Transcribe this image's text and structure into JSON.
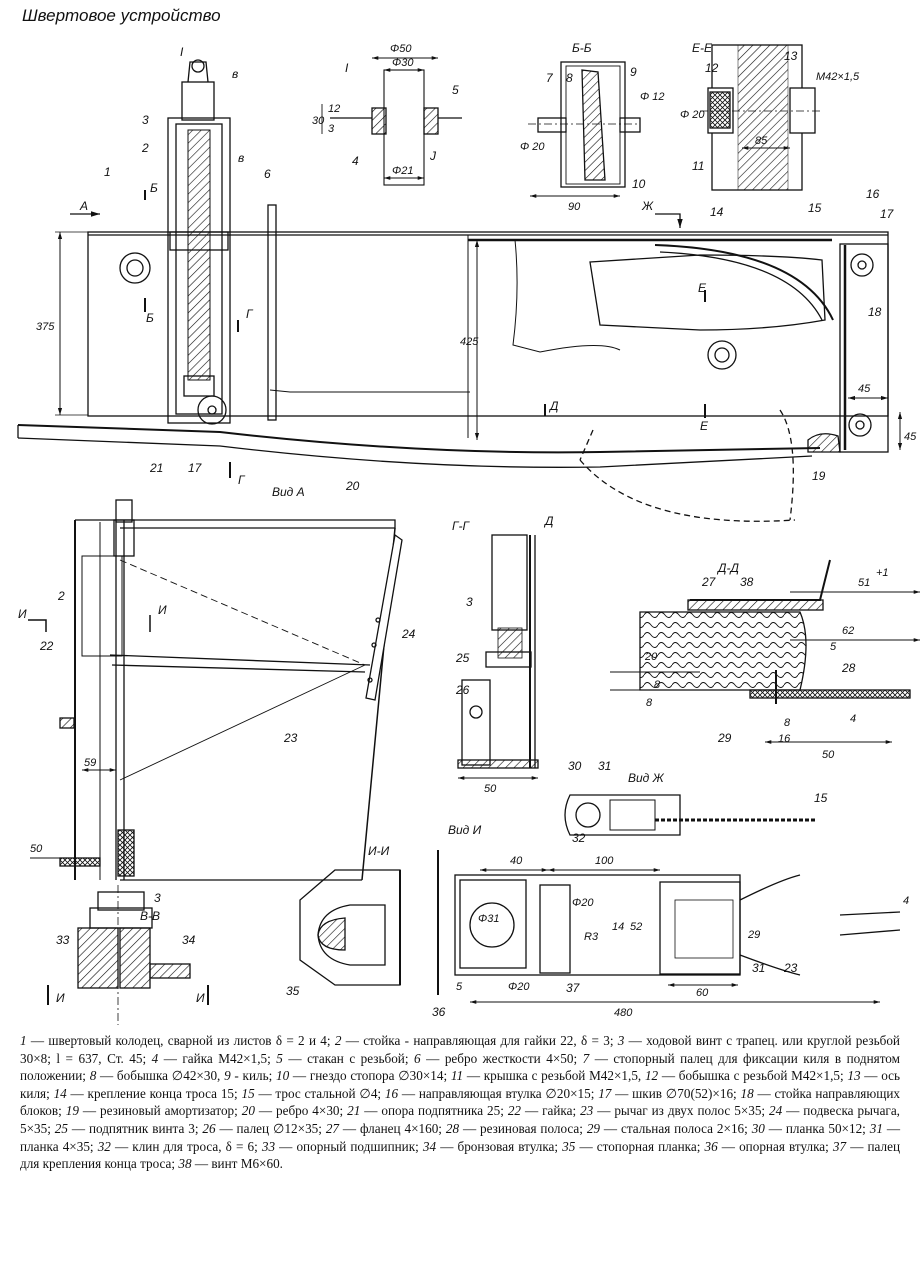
{
  "title": "Швертовое устройство",
  "views": {
    "vid_a": "Вид А",
    "vid_i": "Вид И",
    "vid_zh": "Вид Ж",
    "gg": "Г-Г",
    "dd": "Д-Д",
    "bb": "Б-Б",
    "ee": "Е-Е",
    "ii": "И-И",
    "vv": "В-В",
    "detail_i": "I"
  },
  "letters": {
    "A": "A",
    "B": "Б",
    "V": "в",
    "G": "Г",
    "D": "Д",
    "E": "Е",
    "ZH": "Ж",
    "I": "И"
  },
  "dimensions": {
    "d50": "Φ50",
    "d30": "Φ30",
    "d21": "Φ21",
    "h30": "30",
    "h12": "12",
    "h3": "3",
    "d20a": "Φ 20",
    "d12": "Φ 12",
    "w90": "90",
    "d20b": "Φ 20",
    "w85": "85",
    "m42": "M42×1,5",
    "h375": "375",
    "h425": "425",
    "w45a": "45",
    "h45b": "45",
    "w50a": "50",
    "w59": "59",
    "w50b": "50",
    "w51": "51",
    "sup1": "+1",
    "w62": "62",
    "w5a": "5",
    "h20": "20",
    "h8a": "8",
    "h8b": "8",
    "w8": "8",
    "w16": "16",
    "h4a": "4",
    "w50c": "50",
    "w40": "40",
    "w100": "100",
    "d31": "Φ31",
    "d20c": "Φ20",
    "h52": "52",
    "h14": "14",
    "r3": "R3",
    "h29": "29",
    "d20d": "Φ20",
    "h5": "5",
    "w60": "60",
    "w480": "480",
    "h4b": "4"
  },
  "callouts": {
    "c1": "1",
    "c2": "2",
    "c3": "3",
    "c3b": "3",
    "c3c": "3",
    "c4": "4",
    "c5": "5",
    "c6": "6",
    "c7": "7",
    "c8": "8",
    "c8b": "в",
    "c9": "9",
    "c10": "10",
    "c11": "11",
    "c12": "12",
    "c13": "13",
    "c14": "14",
    "c15": "15",
    "c15b": "15",
    "c16": "16",
    "c17": "17",
    "c17b": "17",
    "c18": "18",
    "c19": "19",
    "c20": "20",
    "c21": "21",
    "c22": "22",
    "c23": "23",
    "c23b": "23",
    "c24": "24",
    "c25": "25",
    "c26": "26",
    "c27": "27",
    "c28": "28",
    "c29": "29",
    "c30": "30",
    "c31": "31",
    "c31b": "31",
    "c32": "32",
    "c33": "33",
    "c34": "34",
    "c35": "35",
    "c36": "36",
    "c37": "37",
    "c38": "38",
    "ci": "I",
    "cj": "J"
  },
  "legend": [
    {
      "n": "1",
      "t": "— швертовый колодец, сварной из листов δ = 2 и 4;"
    },
    {
      "n": "2",
      "t": "— стойка - направляющая для гайки 22, δ = 3;"
    },
    {
      "n": "3",
      "t": "— ходовой винт с трапец. или круглой резьбой 30×8; l = 637, Ст. 45;"
    },
    {
      "n": "4",
      "t": "— гайка М42×1,5;"
    },
    {
      "n": "5",
      "t": "— стакан с резьбой;"
    },
    {
      "n": "6",
      "t": "— ребро жесткости 4×50;"
    },
    {
      "n": "7",
      "t": "— стопорный палец для фиксации киля в поднятом положении;"
    },
    {
      "n": "8",
      "t": "— бобышка ∅42×30,"
    },
    {
      "n": "9",
      "t": "- киль;"
    },
    {
      "n": "10",
      "t": "— гнездо стопора ∅30×14;"
    },
    {
      "n": "11",
      "t": "— крышка с резьбой М42×1,5,"
    },
    {
      "n": "12",
      "t": "— бобышка с резьбой М42×1,5;"
    },
    {
      "n": "13",
      "t": "— ось киля;"
    },
    {
      "n": "14",
      "t": "— крепление конца троса 15;"
    },
    {
      "n": "15",
      "t": "— трос стальной ∅4;"
    },
    {
      "n": "16",
      "t": "— направляющая втулка ∅20×15;"
    },
    {
      "n": "17",
      "t": "— шкив ∅70(52)×16;"
    },
    {
      "n": "18",
      "t": "— стойка направляющих блоков;"
    },
    {
      "n": "19",
      "t": "— резиновый амортизатор;"
    },
    {
      "n": "20",
      "t": "— ребро 4×30;"
    },
    {
      "n": "21",
      "t": "— опора подпятника 25;"
    },
    {
      "n": "22",
      "t": "— гайка;"
    },
    {
      "n": "23",
      "t": "— рычаг из двух полос 5×35;"
    },
    {
      "n": "24",
      "t": "— подвеска рычага, 5×35;"
    },
    {
      "n": "25",
      "t": "— подпятник винта 3;"
    },
    {
      "n": "26",
      "t": "— палец ∅12×35;"
    },
    {
      "n": "27",
      "t": "— фланец 4×160;"
    },
    {
      "n": "28",
      "t": "— резиновая полоса;"
    },
    {
      "n": "29",
      "t": "— стальная полоса 2×16;"
    },
    {
      "n": "30",
      "t": "— планка 50×12;"
    },
    {
      "n": "31",
      "t": "— планка 4×35;"
    },
    {
      "n": "32",
      "t": "— клин для троса, δ = 6;"
    },
    {
      "n": "33",
      "t": "— опорный подшипник;"
    },
    {
      "n": "34",
      "t": "— бронзовая втулка;"
    },
    {
      "n": "35",
      "t": "— стопорная планка;"
    },
    {
      "n": "36",
      "t": "— опорная втулка;"
    },
    {
      "n": "37",
      "t": "— палец для крепления конца троса;"
    },
    {
      "n": "38",
      "t": "— винт М6×60."
    }
  ]
}
